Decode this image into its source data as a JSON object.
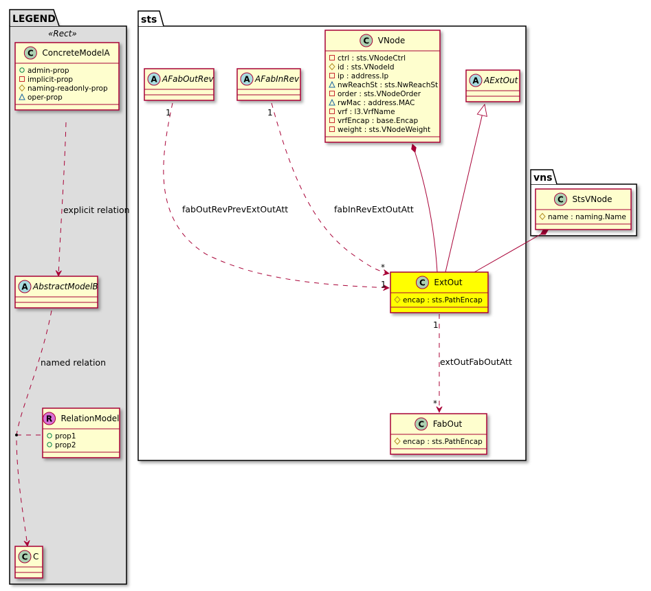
{
  "diagram": {
    "type": "uml-class-diagram",
    "colors": {
      "class_fill": "#FEFECE",
      "class_border": "#A80036",
      "highlight_fill": "#FFFF00",
      "legend_fill": "#DDDDDD",
      "class_icon": "#ADD1B2",
      "abstract_icon": "#A9DCDF",
      "relation_icon": "#DA70D6",
      "edge": "#A80036",
      "vis_public": "#038048",
      "vis_private": "#C82930",
      "vis_protected": "#B38D22",
      "vis_package": "#1963A0"
    }
  },
  "packages": {
    "legend": {
      "title": "LEGEND",
      "stereotype": "«Rect»"
    },
    "sts": {
      "title": "sts"
    },
    "vns": {
      "title": "vns"
    }
  },
  "classes": {
    "concrete_model_a": {
      "name": "ConcreteModelA",
      "kind": "class",
      "icon": "C",
      "attributes": [
        {
          "vis": "public",
          "text": "admin-prop"
        },
        {
          "vis": "private",
          "text": "implicit-prop"
        },
        {
          "vis": "protected",
          "text": "naming-readonly-prop"
        },
        {
          "vis": "package",
          "text": "oper-prop"
        }
      ]
    },
    "abstract_model_b": {
      "name": "AbstractModelB",
      "kind": "abstract",
      "icon": "A",
      "attributes": []
    },
    "relation_model": {
      "name": "RelationModel",
      "kind": "relation",
      "icon": "R",
      "attributes": [
        {
          "vis": "public",
          "text": "prop1"
        },
        {
          "vis": "public",
          "text": "prop2"
        }
      ]
    },
    "c": {
      "name": "C",
      "kind": "class",
      "icon": "C",
      "attributes": []
    },
    "afab_out_rev": {
      "name": "AFabOutRev",
      "kind": "abstract",
      "icon": "A",
      "attributes": []
    },
    "afab_in_rev": {
      "name": "AFabInRev",
      "kind": "abstract",
      "icon": "A",
      "attributes": []
    },
    "vnode": {
      "name": "VNode",
      "kind": "class",
      "icon": "C",
      "attributes": [
        {
          "vis": "private",
          "text": "ctrl : sts.VNodeCtrl"
        },
        {
          "vis": "protected",
          "text": "id : sts.VNodeId"
        },
        {
          "vis": "private",
          "text": "ip : address.Ip"
        },
        {
          "vis": "package",
          "text": "nwReachSt : sts.NwReachSt"
        },
        {
          "vis": "private",
          "text": "order : sts.VNodeOrder"
        },
        {
          "vis": "package",
          "text": "rwMac : address.MAC"
        },
        {
          "vis": "private",
          "text": "vrf : l3.VrfName"
        },
        {
          "vis": "private",
          "text": "vrfEncap : base.Encap"
        },
        {
          "vis": "private",
          "text": "weight : sts.VNodeWeight"
        }
      ]
    },
    "aext_out": {
      "name": "AExtOut",
      "kind": "abstract",
      "icon": "A",
      "attributes": []
    },
    "ext_out": {
      "name": "ExtOut",
      "kind": "class",
      "icon": "C",
      "highlight": true,
      "attributes": [
        {
          "vis": "protected",
          "text": "encap : sts.PathEncap"
        }
      ]
    },
    "fab_out": {
      "name": "FabOut",
      "kind": "class",
      "icon": "C",
      "attributes": [
        {
          "vis": "protected",
          "text": "encap : sts.PathEncap"
        }
      ]
    },
    "sts_vnode": {
      "name": "StsVNode",
      "kind": "class",
      "icon": "C",
      "attributes": [
        {
          "vis": "protected",
          "text": "name : naming.Name"
        }
      ]
    }
  },
  "edges": [
    {
      "id": "explicit",
      "from": "ConcreteModelA",
      "to": "AbstractModelB",
      "type": "dependency",
      "label": "explicit relation"
    },
    {
      "id": "named",
      "from": "AbstractModelB",
      "to": "C",
      "type": "dependency",
      "label": "named relation",
      "association_class": "RelationModel"
    },
    {
      "id": "fabOutRev",
      "from": "AFabOutRev",
      "to": "ExtOut",
      "type": "dependency",
      "label": "fabOutRevPrevExtOutAtt",
      "from_mult": "1",
      "to_mult": "1"
    },
    {
      "id": "fabInRev",
      "from": "AFabInRev",
      "to": "ExtOut",
      "type": "dependency",
      "label": "fabInRevExtOutAtt",
      "from_mult": "1",
      "to_mult": "*"
    },
    {
      "id": "vnodeComp",
      "from": "VNode",
      "to": "ExtOut",
      "type": "composition",
      "label": ""
    },
    {
      "id": "aextInherit",
      "from": "ExtOut",
      "to": "AExtOut",
      "type": "inheritance",
      "label": ""
    },
    {
      "id": "stsVnodeComp",
      "from": "StsVNode",
      "to": "ExtOut",
      "type": "composition",
      "label": ""
    },
    {
      "id": "extOutFab",
      "from": "ExtOut",
      "to": "FabOut",
      "type": "dependency",
      "label": "extOutFabOutAtt",
      "from_mult": "1",
      "to_mult": "*"
    }
  ]
}
